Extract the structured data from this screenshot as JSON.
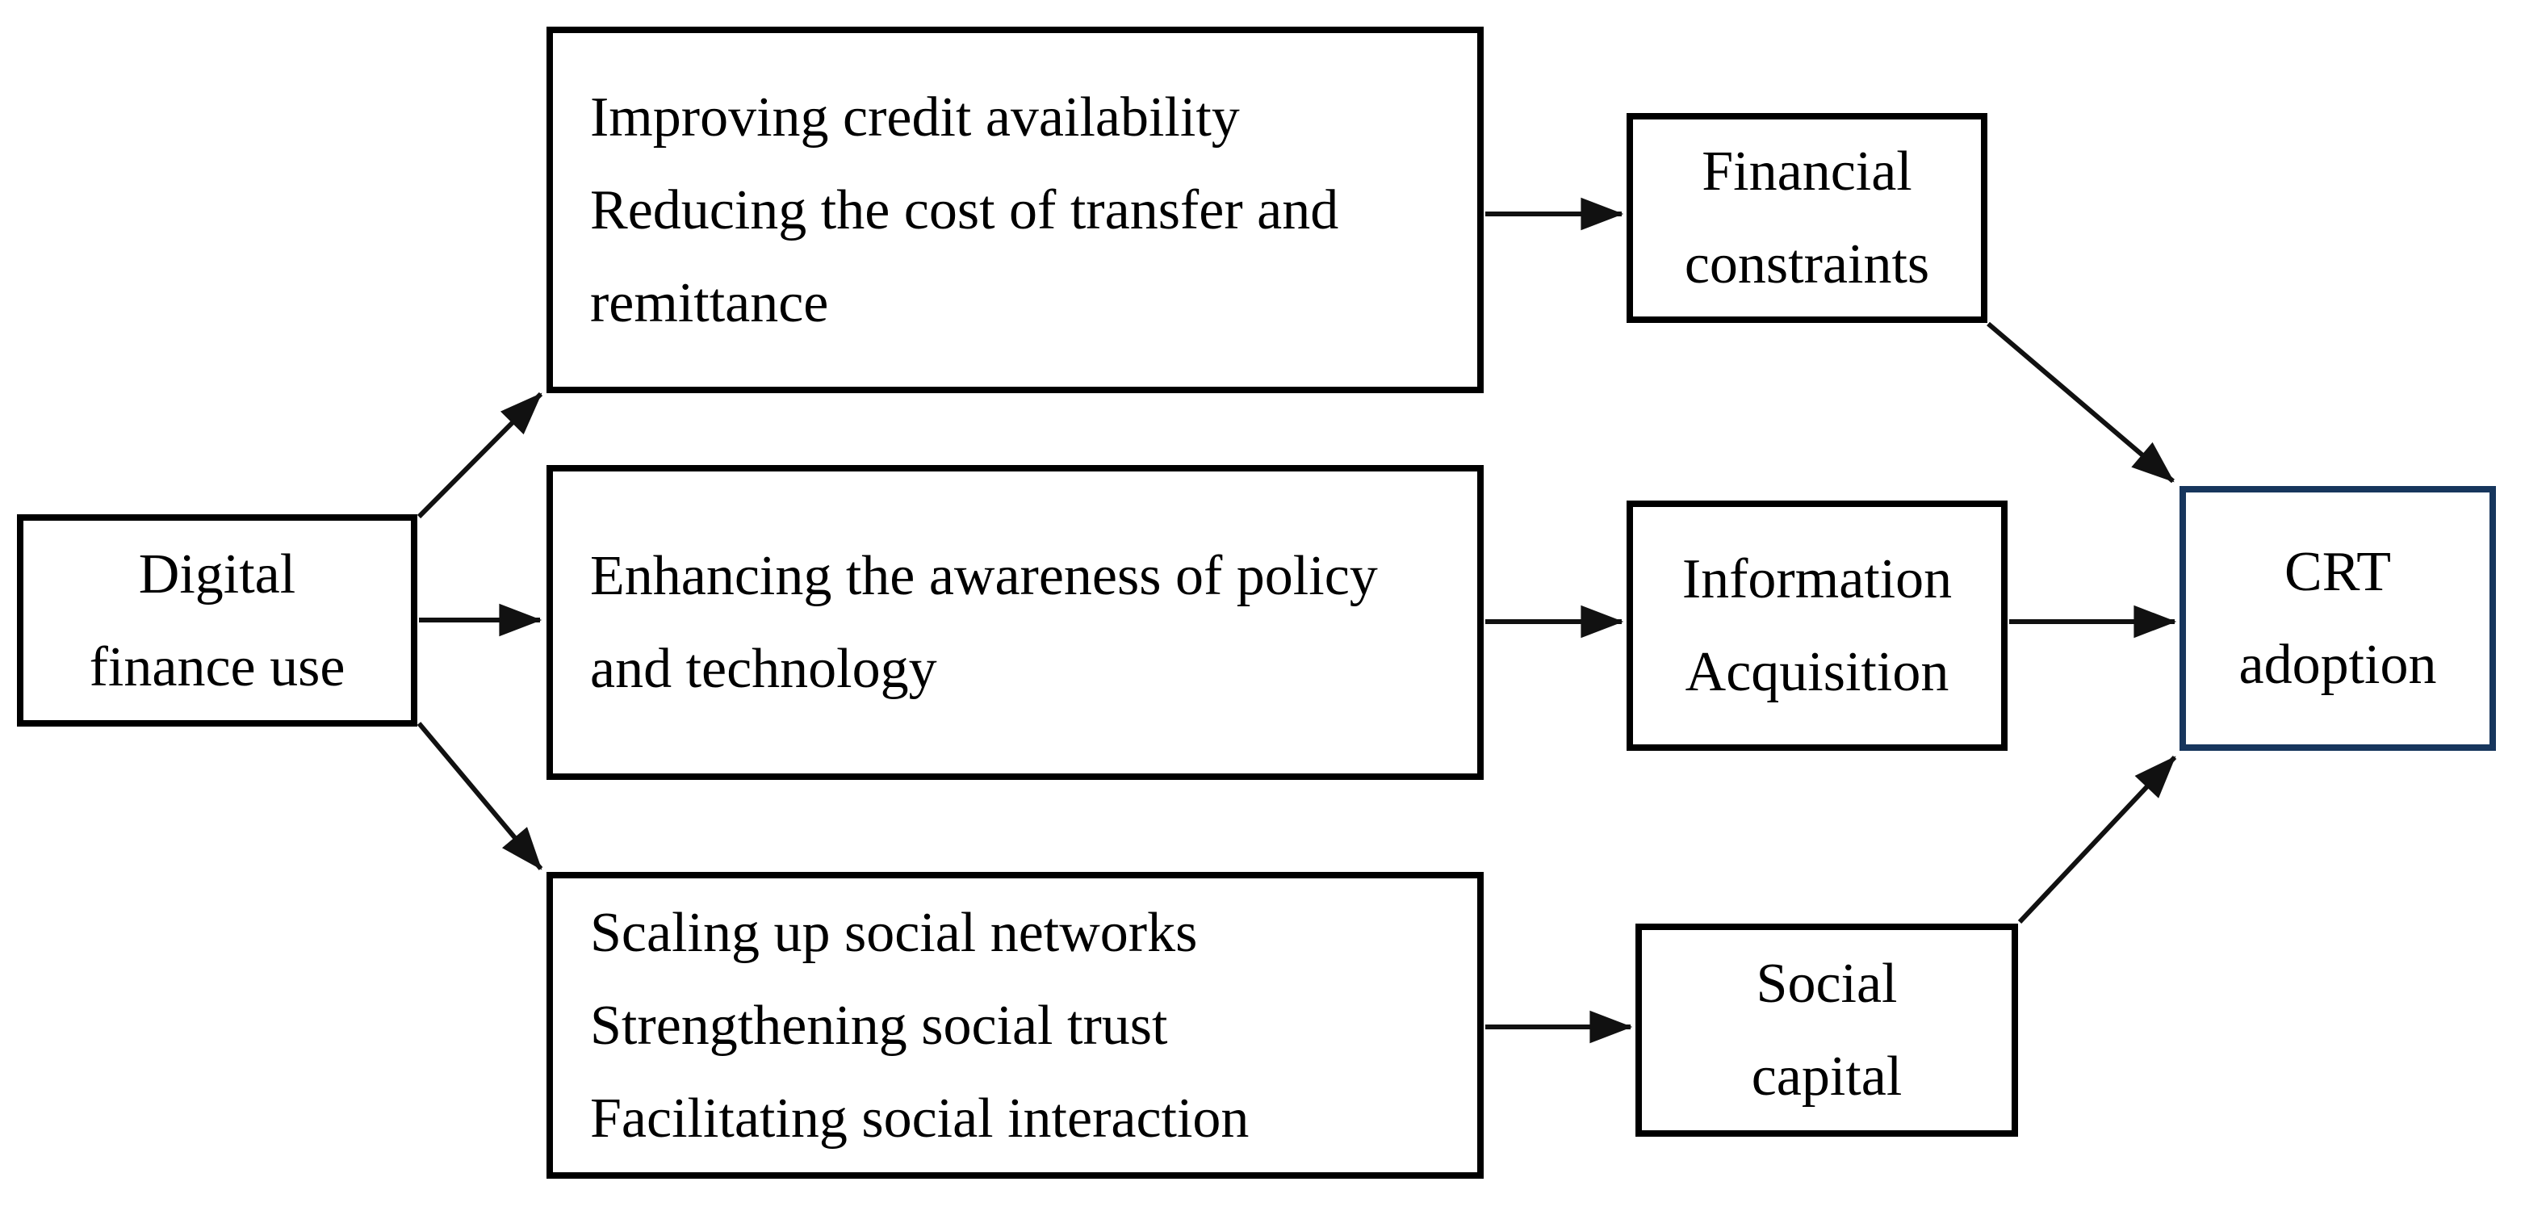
{
  "diagram": {
    "nodes": {
      "digital_finance": {
        "id": "digital-finance-use",
        "lines": [
          "Digital",
          "finance use"
        ]
      },
      "mech_financial": {
        "id": "financial-mechanisms",
        "lines": [
          "Improving credit availability",
          "Reducing the cost of transfer and",
          "remittance"
        ]
      },
      "mech_information": {
        "id": "information-mechanisms",
        "lines": [
          "Enhancing the awareness of policy",
          "and technology"
        ]
      },
      "mech_social": {
        "id": "social-mechanisms",
        "lines": [
          "Scaling up social networks",
          "Strengthening social trust",
          "Facilitating social interaction"
        ]
      },
      "financial_constraints": {
        "id": "financial-constraints",
        "lines": [
          "Financial",
          "constraints"
        ]
      },
      "information_acquisition": {
        "id": "information-acquisition",
        "lines": [
          "Information",
          "Acquisition"
        ]
      },
      "social_capital": {
        "id": "social-capital",
        "lines": [
          "Social",
          "capital"
        ]
      },
      "crt_adoption": {
        "id": "crt-adoption",
        "lines": [
          "CRT",
          "adoption"
        ]
      }
    },
    "edges": [
      {
        "from": "digital-finance-use",
        "to": "financial-mechanisms"
      },
      {
        "from": "digital-finance-use",
        "to": "information-mechanisms"
      },
      {
        "from": "digital-finance-use",
        "to": "social-mechanisms"
      },
      {
        "from": "financial-mechanisms",
        "to": "financial-constraints"
      },
      {
        "from": "information-mechanisms",
        "to": "information-acquisition"
      },
      {
        "from": "social-mechanisms",
        "to": "social-capital"
      },
      {
        "from": "financial-constraints",
        "to": "crt-adoption"
      },
      {
        "from": "information-acquisition",
        "to": "crt-adoption"
      },
      {
        "from": "social-capital",
        "to": "crt-adoption"
      }
    ],
    "colors": {
      "background": "#ffffff",
      "box_border": "#000000",
      "outcome_box_border": "#17365d",
      "arrow": "#111111",
      "text": "#000000"
    }
  }
}
